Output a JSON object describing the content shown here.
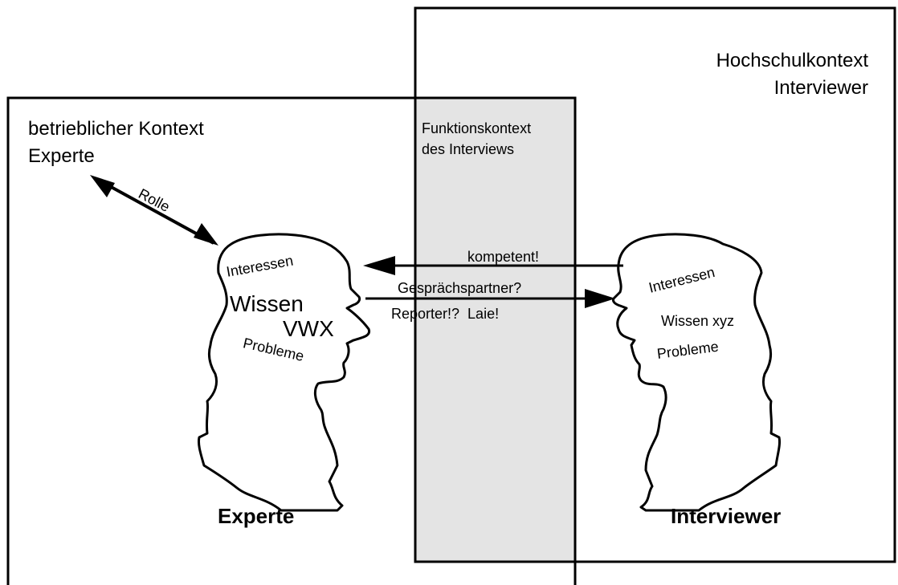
{
  "contexts": {
    "university": [
      "Hochschulkontext",
      "Interviewer"
    ],
    "company": [
      "betrieblicher Kontext",
      "Experte"
    ],
    "function": [
      "Funktionskontext",
      "des Interviews"
    ]
  },
  "arrows": {
    "role": "Rolle",
    "to_expert": "kompetent!",
    "to_interviewer": [
      "Gesprächspartner?",
      "Reporter!?  Laie!"
    ]
  },
  "expert_head": {
    "interests": "Interessen",
    "knowledge": "Wissen",
    "knowledge_code": "VWX",
    "problems": "Probleme",
    "name": "Experte"
  },
  "interviewer_head": {
    "interests": "Interessen",
    "knowledge": "Wissen xyz",
    "problems": "Probleme",
    "name": "Interviewer"
  },
  "colors": {
    "function_band": "#e4e4e4",
    "line": "#000000"
  }
}
